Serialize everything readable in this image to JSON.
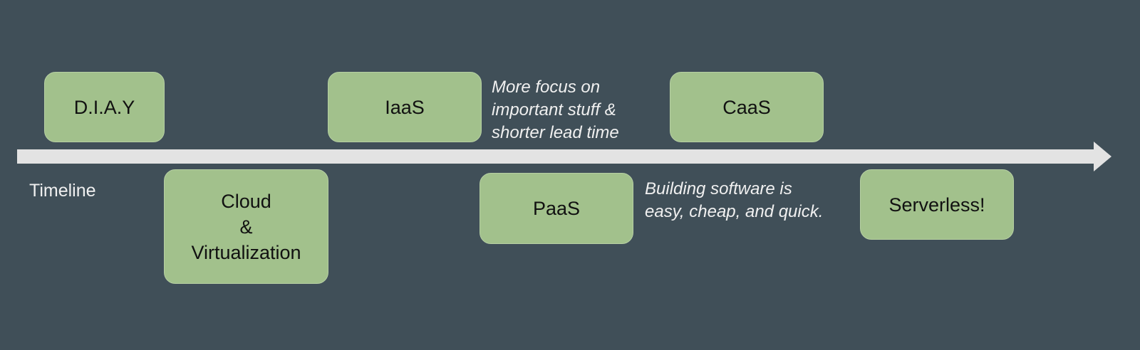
{
  "timeline_label": "Timeline",
  "stages": {
    "diay": "D.I.A.Y",
    "cloud": "Cloud\n&\nVirtualization",
    "iaas": "IaaS",
    "paas": "PaaS",
    "caas": "CaaS",
    "serverless": "Serverless!"
  },
  "notes": {
    "focus": "More focus on\nimportant stuff &\nshorter lead time",
    "building": "Building software is\neasy, cheap, and quick."
  },
  "colors": {
    "background": "#404f58",
    "box": "#a2c18c",
    "arrow": "#e3e3e3"
  }
}
